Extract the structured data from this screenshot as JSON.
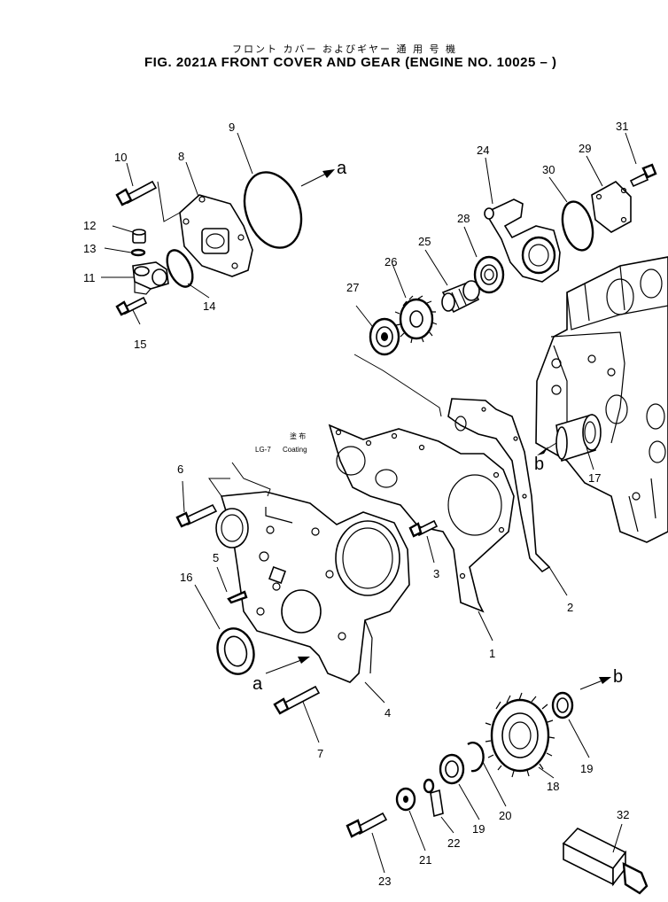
{
  "header": {
    "subtitle_jp": "フロント カバー およびギヤー 通 用 号 機",
    "title": "FIG. 2021A  FRONT COVER AND GEAR (ENGINE NO. 10025 –  )"
  },
  "coating_note": {
    "jp": "塗 布",
    "line1": "LG-7",
    "line2": "Coating"
  },
  "flow_labels": {
    "a": "a",
    "b": "b"
  },
  "callouts": {
    "c1": "1",
    "c2": "2",
    "c3": "3",
    "c4": "4",
    "c5": "5",
    "c6": "6",
    "c7": "7",
    "c8": "8",
    "c9": "9",
    "c10": "10",
    "c11": "11",
    "c12": "12",
    "c13": "13",
    "c14": "14",
    "c15": "15",
    "c16": "16",
    "c17": "17",
    "c18": "18",
    "c19a": "19",
    "c19b": "19",
    "c20": "20",
    "c21": "21",
    "c22": "22",
    "c23": "23",
    "c24": "24",
    "c25": "25",
    "c26": "26",
    "c27": "27",
    "c28": "28",
    "c29": "29",
    "c30": "30",
    "c31": "31",
    "c32": "32"
  }
}
